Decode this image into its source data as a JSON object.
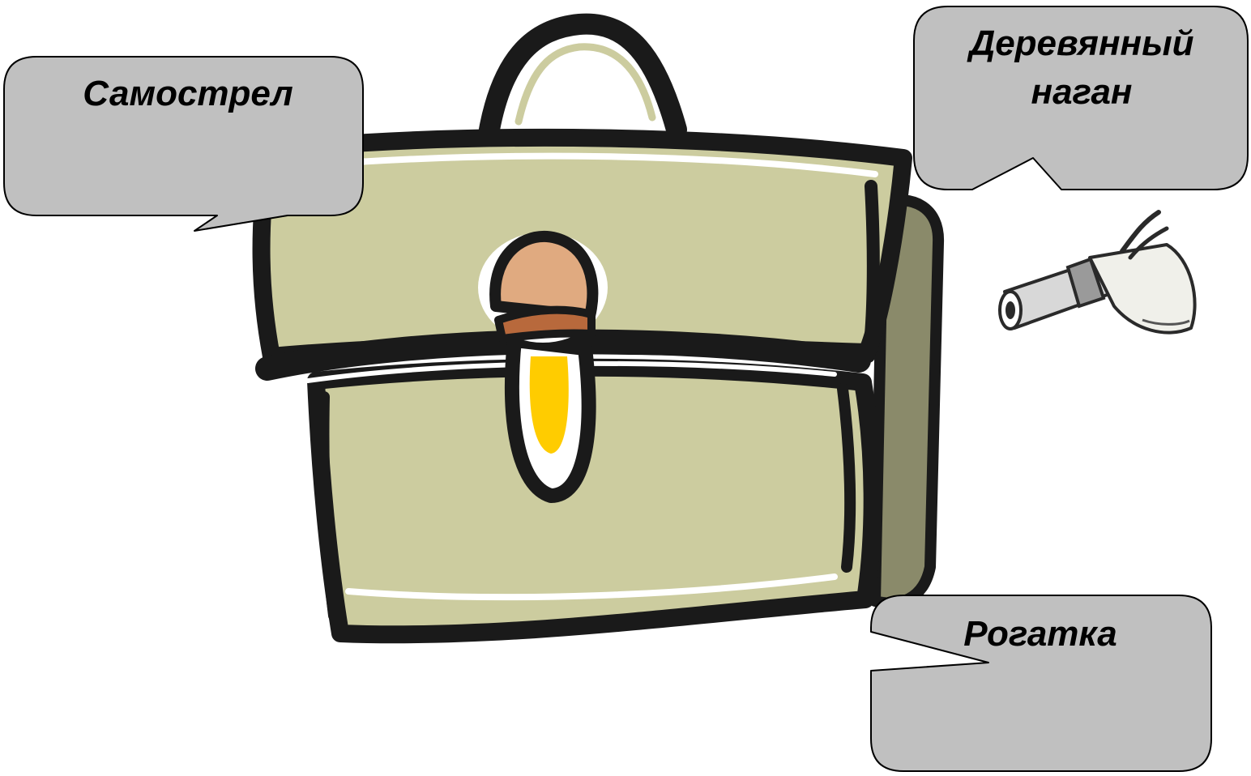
{
  "slide": {
    "background": "#ffffff",
    "callouts": [
      {
        "text_lines": [
          "Самострел"
        ]
      },
      {
        "text_lines": [
          "Деревянный",
          "наган"
        ]
      },
      {
        "text_lines": [
          "Рогатка"
        ]
      }
    ]
  },
  "colors": {
    "callout_fill": "#c0c0c0",
    "callout_stroke": "#000000",
    "bag_body": "#cccc9f",
    "bag_outline": "#1a1a1a",
    "bag_side": "#8a8a6a",
    "clasp_top": "#e0aa80",
    "clasp_bottom": "#b8693c",
    "strap": "#ffcc00"
  },
  "icons": [
    "briefcase-illustration",
    "wooden-gun-drawing"
  ]
}
